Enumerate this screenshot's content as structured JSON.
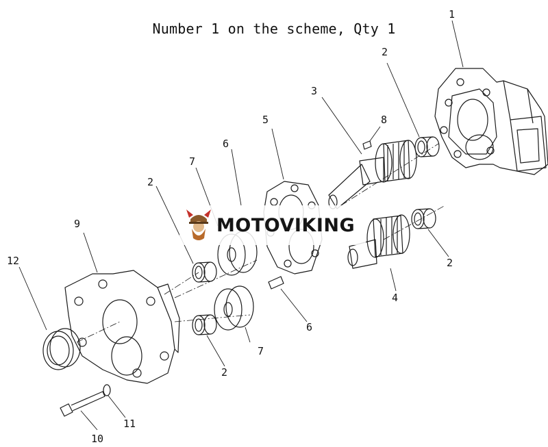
{
  "title": "Number 1 on the scheme, Qty 1",
  "watermark": {
    "text": "MOTOVIKING",
    "logo_icon": "viking-icon"
  },
  "callouts": [
    "1",
    "2",
    "3",
    "8",
    "5",
    "6",
    "7",
    "2",
    "9",
    "12",
    "2",
    "4",
    "6",
    "7",
    "2",
    "11",
    "10"
  ],
  "colors": {
    "line": "#1a1a1a",
    "watermark_red": "#c4322b",
    "watermark_brown": "#8a5a2b"
  }
}
